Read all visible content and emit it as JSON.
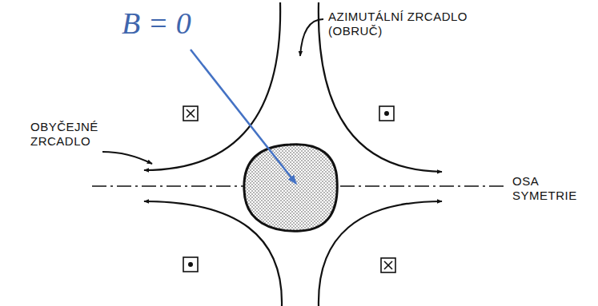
{
  "diagram": {
    "labels": [
      "B = 0",
      "AZIMUTÁLNÍ ZRCADLO (OBRUČ)",
      "OBYČEJNÉ ZRCADLO",
      "OSA SYMETRIE"
    ]
  }
}
